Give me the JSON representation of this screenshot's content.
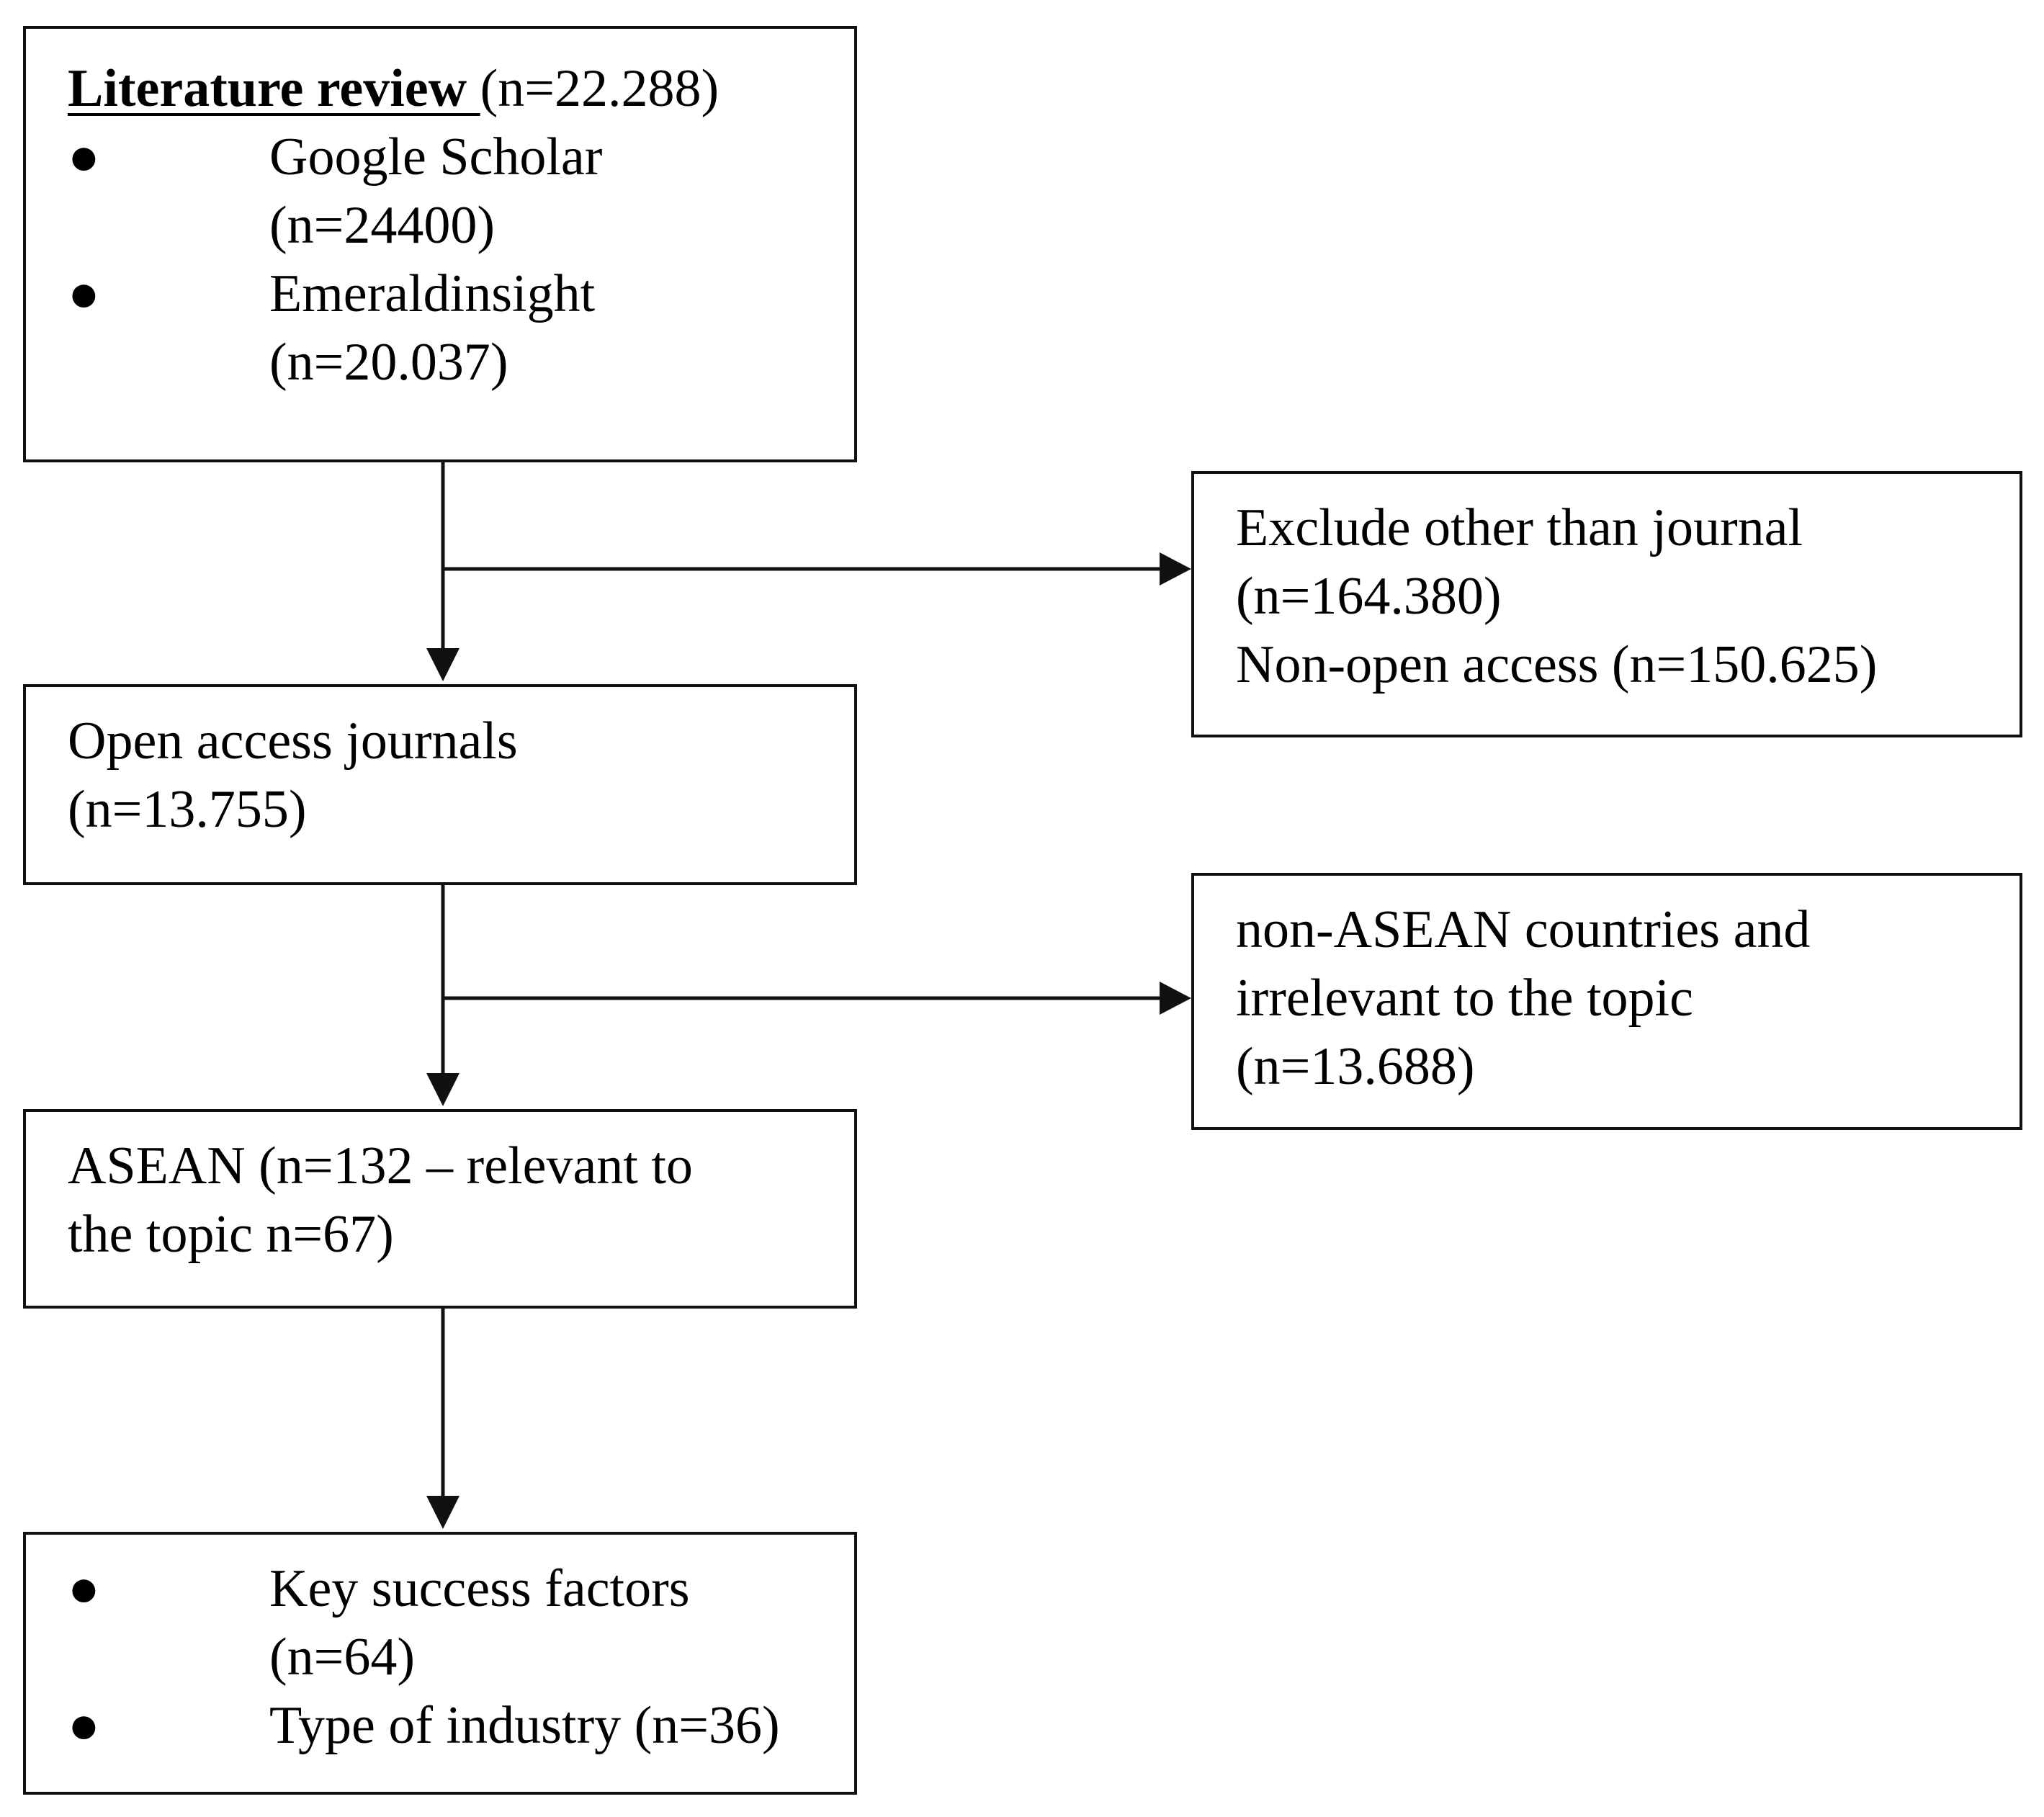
{
  "boxes": {
    "literature_review": {
      "title": "Literature review ",
      "title_count": "(n=22.288)",
      "items": [
        {
          "name": "Google Scholar",
          "count": "(n=24400)"
        },
        {
          "name": "Emeraldinsight",
          "count": "(n=20.037)"
        }
      ]
    },
    "exclude_non_journal": {
      "line1": "Exclude other than journal",
      "line2": "(n=164.380)",
      "line3": "Non-open access (n=150.625)"
    },
    "open_access": {
      "line1": "Open access journals",
      "line2": "(n=13.755)"
    },
    "non_asean": {
      "line1": "non-ASEAN countries and",
      "line2": "irrelevant to the topic",
      "line3": "(n=13.688)"
    },
    "asean": {
      "line1": "ASEAN (n=132 – relevant to",
      "line2": "the topic n=67)"
    },
    "results": {
      "items": [
        {
          "line1": "Key success factors",
          "line2": "(n=64)"
        },
        {
          "line1": "Type of industry (n=36)",
          "line2": ""
        }
      ]
    }
  },
  "bullet_glyph": "●"
}
